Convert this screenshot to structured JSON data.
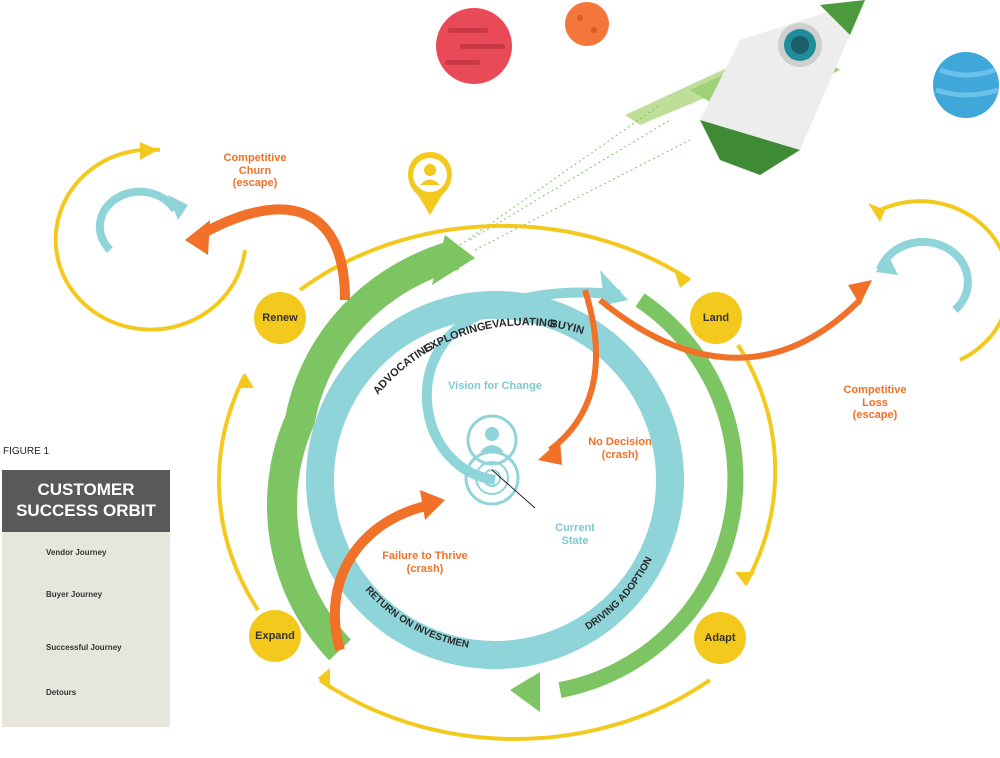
{
  "figure_label": "FIGURE 1",
  "legend": {
    "title_line1": "CUSTOMER",
    "title_line2": "SUCCESS ORBIT",
    "items": [
      {
        "label": "Vendor Journey",
        "color": "#F4C91E"
      },
      {
        "label": "Buyer Journey",
        "color": "#8ED4D9"
      },
      {
        "label": "Successful Journey",
        "color": "#7DC463"
      },
      {
        "label": "Detours",
        "color": "#F07127"
      }
    ]
  },
  "nodes": {
    "renew": "Renew",
    "land": "Land",
    "adapt": "Adapt",
    "expand": "Expand"
  },
  "ring_stages": {
    "advocating": "ADVOCATING",
    "exploring": "EXPLORING",
    "evaluating": "EVALUATING",
    "buying": "BUYING",
    "return_on_investment": "RETURN ON INVESTMENT",
    "driving_adoption": "DRIVING ADOPTION"
  },
  "annotations": {
    "vision_for_change": "Vision for Change",
    "current_state_line1": "Current",
    "current_state_line2": "State",
    "no_decision_line1": "No Decision",
    "no_decision_line2": "(crash)",
    "failure_line1": "Failure to Thrive",
    "failure_line2": "(crash)",
    "churn_line1": "Competitive",
    "churn_line2": "Churn",
    "churn_line3": "(escape)",
    "loss_line1": "Competitive",
    "loss_line2": "Loss",
    "loss_line3": "(escape)"
  },
  "colors": {
    "vendor_yellow": "#F4C91E",
    "buyer_teal": "#8ED4D9",
    "success_green": "#7DC463",
    "detour_orange": "#F07127",
    "legend_header": "#595959",
    "legend_bg": "#E7E6DC"
  }
}
